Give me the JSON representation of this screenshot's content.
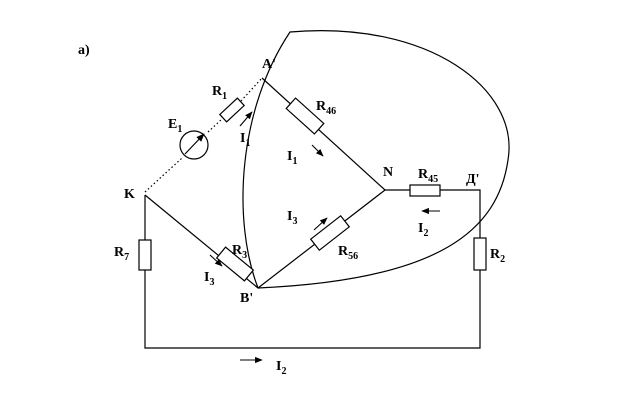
{
  "figure_label": "а)",
  "nodes": {
    "A": "A'",
    "B": "B'",
    "K": "K",
    "N": "N",
    "D": "Д'"
  },
  "components": {
    "R1": {
      "base": "R",
      "sub": "1"
    },
    "R46": {
      "base": "R",
      "sub": "46"
    },
    "R45": {
      "base": "R",
      "sub": "45"
    },
    "R56": {
      "base": "R",
      "sub": "56"
    },
    "R3": {
      "base": "R",
      "sub": "3"
    },
    "R7": {
      "base": "R",
      "sub": "7"
    },
    "R2": {
      "base": "R",
      "sub": "2"
    },
    "E1": {
      "base": "E",
      "sub": "1"
    }
  },
  "currents": {
    "I1_left": {
      "base": "I",
      "sub": "1"
    },
    "I1_mid": {
      "base": "I",
      "sub": "1"
    },
    "I3_mid": {
      "base": "I",
      "sub": "3"
    },
    "I3_left": {
      "base": "I",
      "sub": "3"
    },
    "I2_right": {
      "base": "I",
      "sub": "2"
    },
    "I2_bottom": {
      "base": "I",
      "sub": "2"
    }
  }
}
